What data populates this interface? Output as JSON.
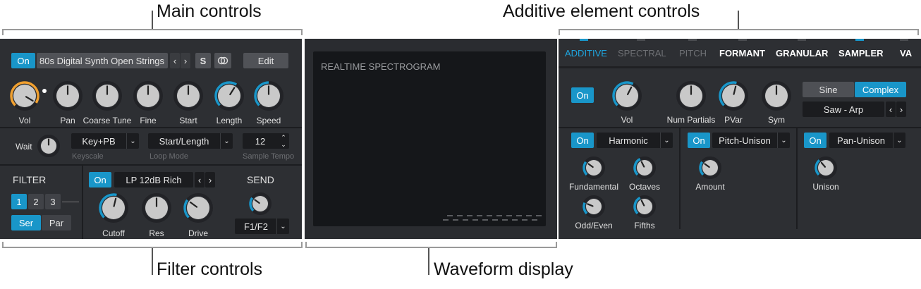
{
  "callouts": {
    "main": "Main controls",
    "additive": "Additive element controls",
    "filter": "Filter controls",
    "waveform": "Waveform display"
  },
  "main": {
    "on_label": "On",
    "preset_name": "80s Digital Synth Open Strings",
    "prev": "‹",
    "next": "›",
    "s_label": "S",
    "link_icon": "link-rings-icon",
    "edit_label": "Edit",
    "knobs": [
      "Vol",
      "Pan",
      "Coarse Tune",
      "Fine",
      "Start",
      "Length",
      "Speed"
    ],
    "wait_label": "Wait",
    "keyscale_value": "Key+PB",
    "keyscale_label": "Keyscale",
    "loopmode_value": "Start/Length",
    "loopmode_label": "Loop Mode",
    "tempo_value": "12",
    "tempo_label": "Sample Tempo"
  },
  "filter": {
    "title": "FILTER",
    "slots": [
      "1",
      "2",
      "3"
    ],
    "ser": "Ser",
    "par": "Par",
    "on_label": "On",
    "type_value": "LP 12dB Rich",
    "knobs": [
      "Cutoff",
      "Res",
      "Drive"
    ],
    "send_title": "SEND",
    "send_value": "F1/F2"
  },
  "display": {
    "title": "REALTIME SPECTROGRAM"
  },
  "additive": {
    "tabs": [
      "ADDITIVE",
      "SPECTRAL",
      "PITCH",
      "FORMANT",
      "GRANULAR",
      "SAMPLER",
      "VA"
    ],
    "on_label": "On",
    "knobs": [
      "Vol",
      "Num Partials",
      "PVar",
      "Sym"
    ],
    "sine": "Sine",
    "complex": "Complex",
    "shape_value": "Saw - Arp",
    "sections": [
      {
        "on": "On",
        "value": "Harmonic",
        "knobs": [
          "Fundamental",
          "Octaves",
          "Odd/Even",
          "Fifths"
        ]
      },
      {
        "on": "On",
        "value": "Pitch-Unison",
        "knobs": [
          "Amount"
        ]
      },
      {
        "on": "On",
        "value": "Pan-Unison",
        "knobs": [
          "Unison"
        ]
      }
    ]
  },
  "colors": {
    "accent": "#1996c9",
    "orange": "#f0a030",
    "panel": "#2d2f33"
  }
}
